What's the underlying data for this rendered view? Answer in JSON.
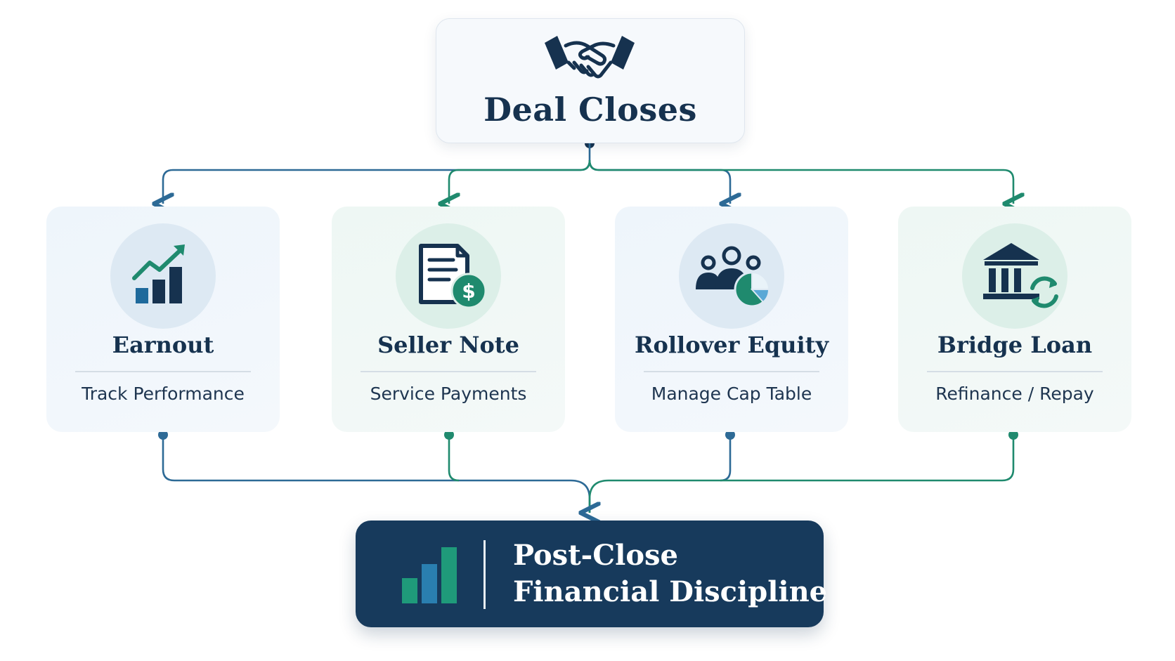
{
  "top": {
    "title": "Deal Closes",
    "icon": "handshake-icon"
  },
  "cards": [
    {
      "title": "Earnout",
      "subtitle": "Track Performance",
      "icon": "growth-chart-icon",
      "tint": "blue"
    },
    {
      "title": "Seller Note",
      "subtitle": "Service Payments",
      "icon": "document-dollar-icon",
      "tint": "green"
    },
    {
      "title": "Rollover Equity",
      "subtitle": "Manage Cap Table",
      "icon": "people-pie-icon",
      "tint": "blue"
    },
    {
      "title": "Bridge Loan",
      "subtitle": "Refinance / Repay",
      "icon": "bank-refresh-icon",
      "tint": "green"
    }
  ],
  "bottom": {
    "line1": "Post-Close",
    "line2": "Financial Discipline",
    "icon": "bar-chart-icon"
  },
  "colors": {
    "navy": "#16324f",
    "blue": "#2d6a96",
    "teal": "#1f8a6e",
    "dark_box": "#173a5c"
  }
}
